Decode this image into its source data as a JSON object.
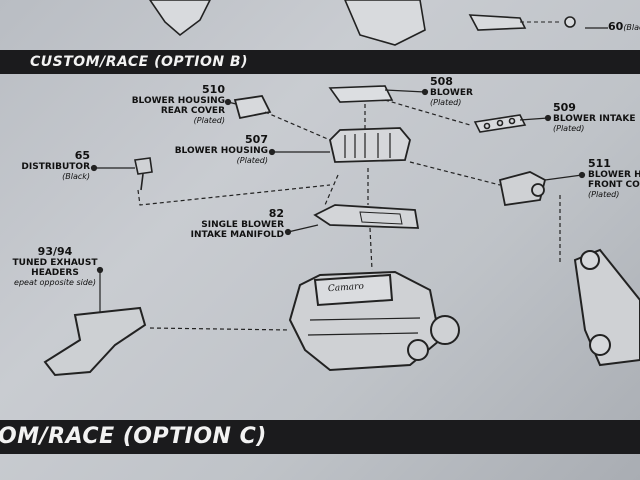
{
  "sections": {
    "option_b": "CUSTOM/RACE (OPTION B)",
    "option_c": "OM/RACE (OPTION C)"
  },
  "top_fragment": {
    "num": "60",
    "sub": "(Black"
  },
  "parts": [
    {
      "id": "510",
      "name_line1": "BLOWER HOUSING",
      "name_line2": "REAR COVER",
      "finish": "(Plated)"
    },
    {
      "id": "508",
      "name_line1": "BLOWER",
      "name_line2": "",
      "finish": "(Plated)"
    },
    {
      "id": "509",
      "name_line1": "BLOWER INTAKE",
      "name_line2": "",
      "finish": "(Plated)"
    },
    {
      "id": "507",
      "name_line1": "BLOWER HOUSING",
      "name_line2": "",
      "finish": "(Plated)"
    },
    {
      "id": "65",
      "name_line1": "DISTRIBUTOR",
      "name_line2": "",
      "finish": "(Black)"
    },
    {
      "id": "511",
      "name_line1": "BLOWER H",
      "name_line2": "FRONT CO",
      "finish": "(Plated)"
    },
    {
      "id": "82",
      "name_line1": "SINGLE BLOWER",
      "name_line2": "INTAKE MANIFOLD",
      "finish": ""
    },
    {
      "id": "93/94",
      "name_line1": "TUNED EXHAUST",
      "name_line2": "HEADERS",
      "finish": "epeat opposite side)"
    }
  ],
  "engine_logo": "Camaro"
}
